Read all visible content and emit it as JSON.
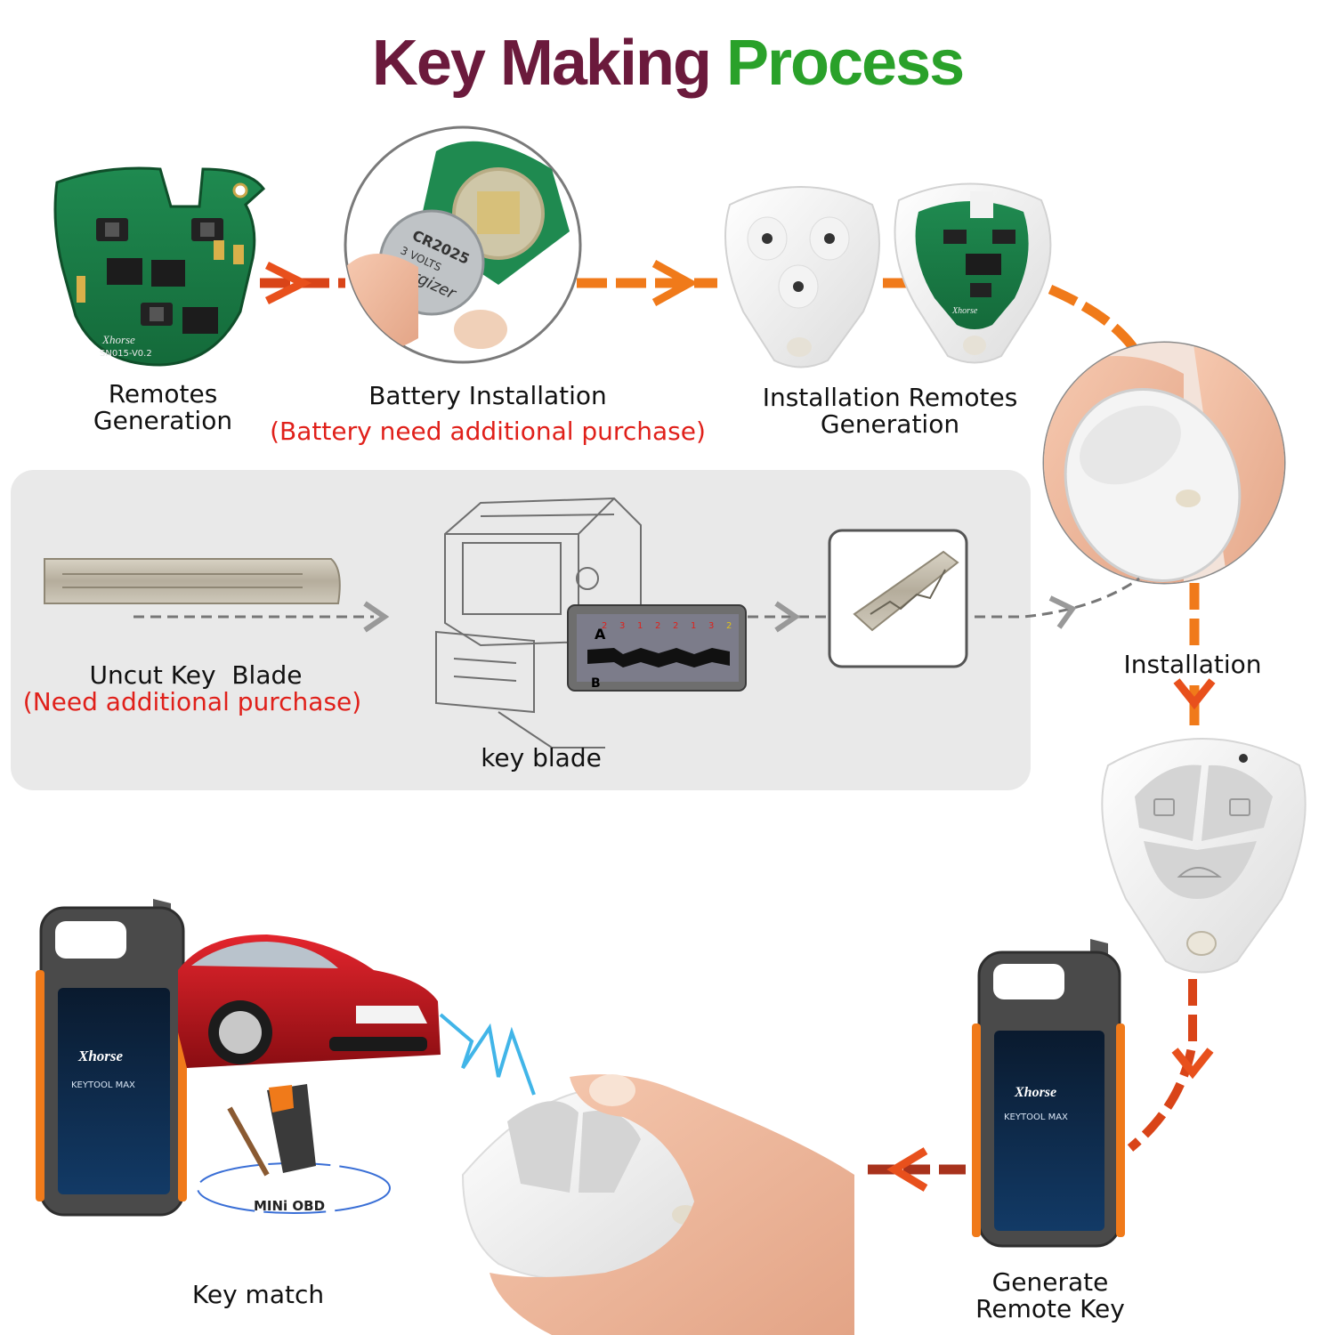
{
  "title": {
    "part1": "Key Making ",
    "part2": "Process"
  },
  "steps": {
    "remotes_generation": "Remotes\nGeneration",
    "battery_installation": "Battery Installation",
    "battery_note": "(Battery need additional purchase)",
    "installation_remotes_generation": "Installation Remotes\nGeneration",
    "installation": "Installation",
    "uncut_key_blade": "Uncut Key  Blade",
    "uncut_note": "(Need additional purchase)",
    "key_blade": "key blade",
    "generate_remote_key": "Generate\nRemote Key",
    "key_match": "Key match"
  },
  "device": {
    "brand": "Xhorse",
    "model": "KEYTOOL MAX",
    "obd": "MINi OBD"
  },
  "pcb": {
    "brand": "Xhorse",
    "code": "SN015-V0.2"
  },
  "battery": {
    "brand": "Energizer",
    "type": "CR2025",
    "volts": "3 VOLTS"
  },
  "blade_chart": {
    "marker_a": "A",
    "marker_b": "B",
    "cuts": [
      "2",
      "3",
      "1",
      "2",
      "2",
      "1",
      "3",
      "2"
    ]
  },
  "colors": {
    "arrow_orange": "#f07a1a",
    "arrow_red": "#d94418",
    "arrow_gray": "#777777",
    "title_dark": "#6b1a3c",
    "title_green": "#2aa12a",
    "note_red": "#e0201a"
  }
}
